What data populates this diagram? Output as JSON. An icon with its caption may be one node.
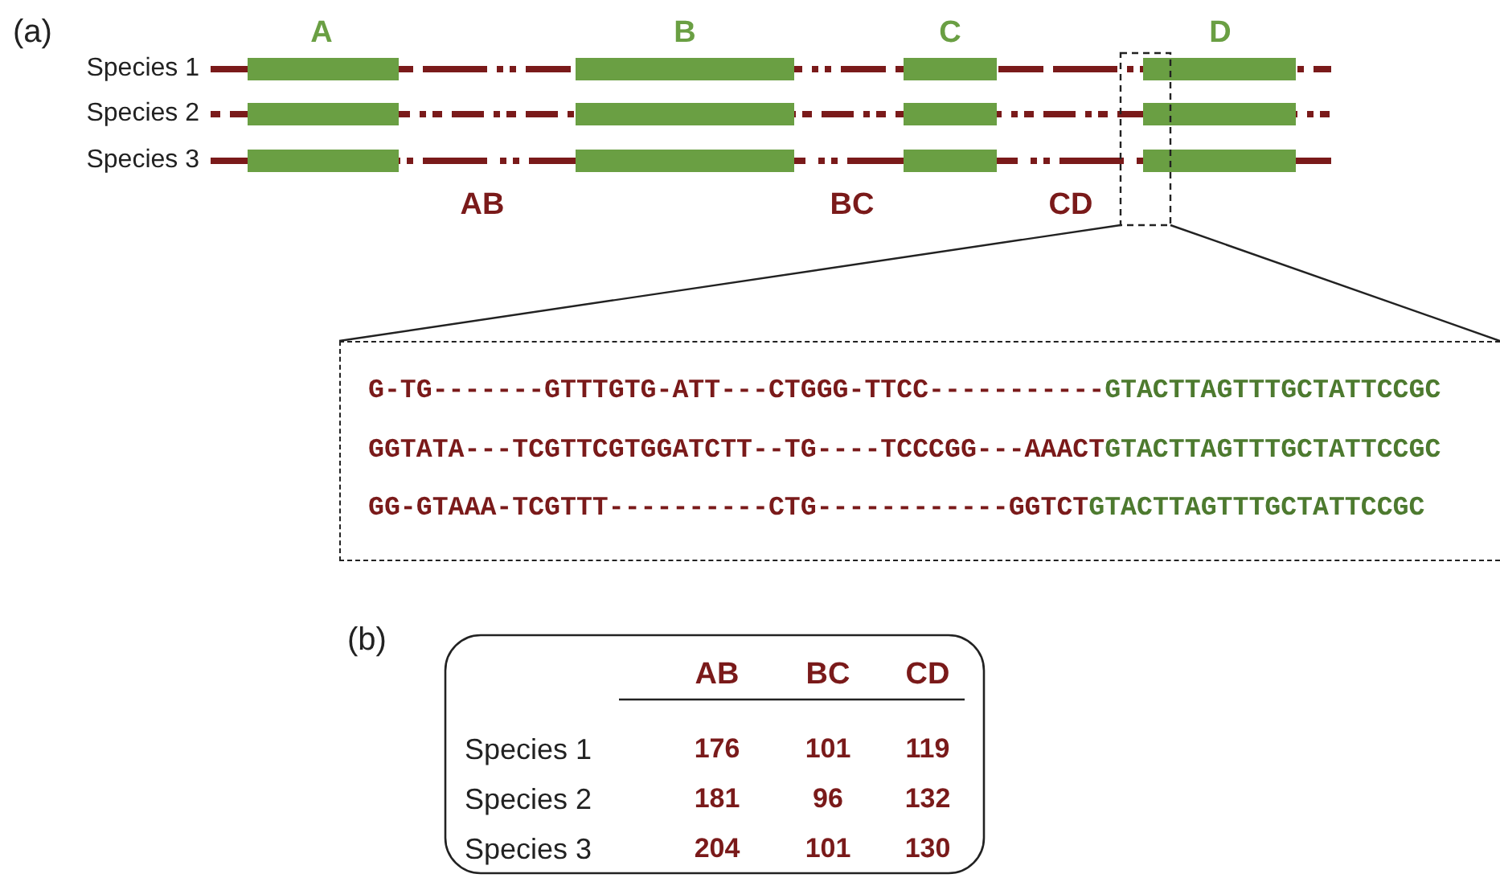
{
  "diagram": {
    "nodes": [
      {
        "text": [],
        "shape": "box"
      },
      {
        "text": [
          "G-TG-------GTTTGTG-ATT---CTGGG-TTCC-----------",
          "GTACTTAGTTTGCTATTCCGC",
          "GGTATA---TCGTTCGTGGATCTT--TG----TCCCGG---AAACT",
          "GTACTTAGTTTGCTATTCCGC",
          "GG-GTAAA-TCGTTT----------CTG------------GGTCT",
          "GTACTTAGTTTGCTATTCCGC"
        ]
      }
    ],
    "edges": [
      {
        "from": 0,
        "to": 1,
        "arrow": "none"
      },
      {
        "from": 0,
        "to": 1,
        "arrow": "none"
      }
    ],
    "labels": [
      "(a)",
      "A",
      "B",
      "C",
      "D",
      "Species 1",
      "Species 2",
      "Species 3",
      "AB",
      "BC",
      "CD",
      "(b)",
      "AB",
      "BC",
      "CD",
      "Species 1",
      "176",
      "101",
      "119",
      "Species 2",
      "181",
      "96",
      "132",
      "Species 3",
      "204",
      "101",
      "130"
    ]
  }
}
